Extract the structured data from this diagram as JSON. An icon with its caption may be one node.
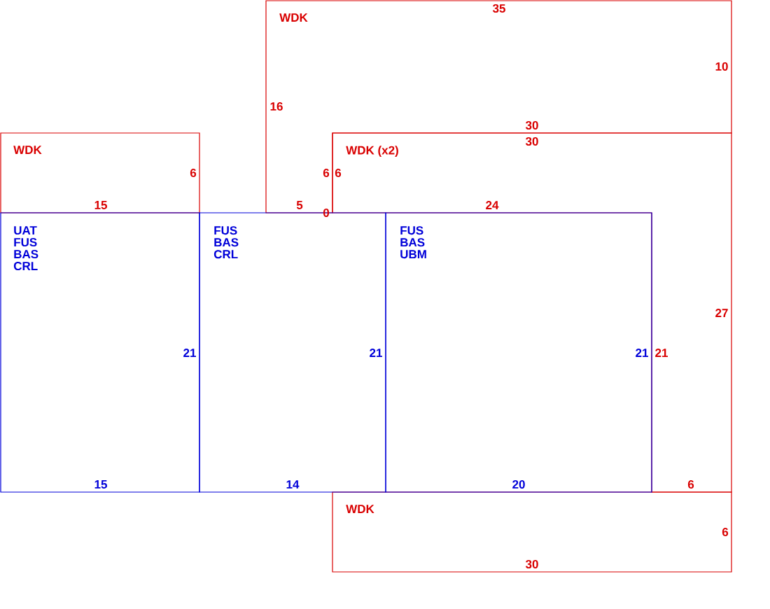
{
  "diagram": {
    "nodes": [
      {
        "text": [
          "WDK"
        ]
      },
      {
        "text": [
          "WDK"
        ]
      },
      {
        "text": [
          "WDK (x2)"
        ]
      },
      {
        "text": [
          "UAT FUS BAS CRL"
        ]
      },
      {
        "text": [
          "FUS BAS CRL"
        ]
      },
      {
        "text": [
          "FUS BAS UBM"
        ]
      },
      {
        "text": [
          "WDK"
        ]
      }
    ],
    "labels": [
      "35",
      "10",
      "16",
      "30",
      "30",
      "6",
      "6",
      "6",
      "15",
      "5",
      "24",
      "0",
      "27",
      "21",
      "21",
      "21",
      "21",
      "15",
      "14",
      "20",
      "6",
      "6",
      "30"
    ]
  }
}
